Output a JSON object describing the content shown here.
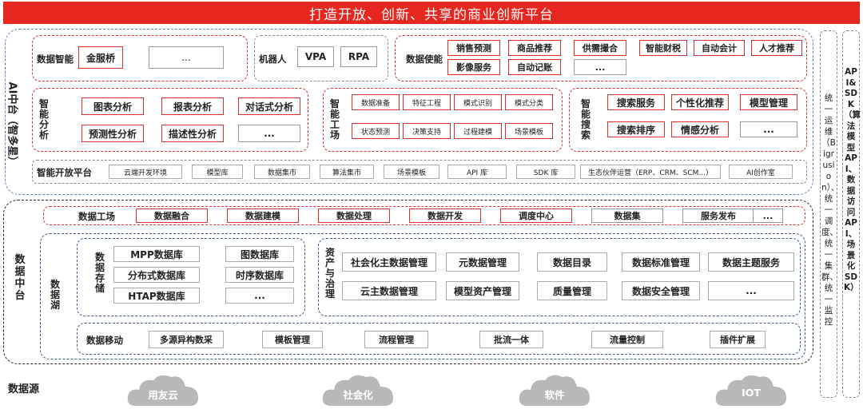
{
  "banner": "打造开放、创新、共享的商业创新平台",
  "ai": {
    "title": "AI中台（智多星）",
    "data_intel": {
      "label": "数据智能",
      "items": [
        "金服桥",
        "..."
      ]
    },
    "robot": {
      "label": "机器人",
      "items": [
        "VPA",
        "RPA"
      ]
    },
    "data_enable": {
      "label": "数据使能",
      "row1": [
        "销售预测",
        "商品推荐",
        "供需撮合",
        "智能财税",
        "自动会计",
        "人才推荐"
      ],
      "row2": [
        "影像服务",
        "自动记账",
        "..."
      ]
    },
    "analysis": {
      "label": "智能分析",
      "row1": [
        "图表分析",
        "报表分析",
        "对话式分析"
      ],
      "row2": [
        "预测性分析",
        "描述性分析",
        "..."
      ]
    },
    "factory": {
      "label": "智能工场",
      "row1": [
        "数据准备",
        "特征工程",
        "模式识别",
        "模式分类"
      ],
      "row2": [
        "状态预测",
        "决策支持",
        "过程建模",
        "场景模板"
      ]
    },
    "search": {
      "label": "智能搜索",
      "row1": [
        "搜索服务",
        "个性化推荐",
        "模型管理"
      ],
      "row2": [
        "搜索排序",
        "情感分析",
        "..."
      ]
    },
    "open": {
      "label": "智能开放平台",
      "items": [
        "云端开发环境",
        "模型库",
        "数据集市",
        "算法集市",
        "场景模板",
        "API 库",
        "SDK 库",
        "生态伙伴运营（ERP、CRM、SCM...）",
        "AI创作室"
      ]
    }
  },
  "dm": {
    "title": "数据中台",
    "factory": {
      "label": "数据工场",
      "items": [
        "数据融合",
        "数据建模",
        "数据处理",
        "数据开发",
        "调度中心",
        "数据集",
        "服务发布",
        "..."
      ]
    },
    "lake": {
      "label": "数据湖"
    },
    "storage": {
      "label": "数据存储",
      "items": [
        "MPP数据库",
        "图数据库",
        "分布式数据库",
        "时序数据库",
        "HTAP数据库",
        "..."
      ]
    },
    "gov": {
      "label": "资产与治理",
      "row1": [
        "社会化主数据管理",
        "元数据管理",
        "数据目录",
        "数据标准管理",
        "数据主题服务"
      ],
      "row2": [
        "云主数据管理",
        "模型资产管理",
        "质量管理",
        "数据安全管理",
        "..."
      ]
    },
    "move": {
      "label": "数据移动",
      "items": [
        "多源异构数采",
        "模板管理",
        "流程管理",
        "批流一体",
        "流量控制",
        "插件扩展"
      ]
    }
  },
  "sources": {
    "label": "数据源",
    "items": [
      "用友云",
      "社会化",
      "软件",
      "IOT"
    ]
  },
  "ops": "统一运维（Bigrusion）、统一调度、统一集群、统一监控",
  "sdk": "API&SDK（算法模型API、数据访问API、场景化SDK）"
}
